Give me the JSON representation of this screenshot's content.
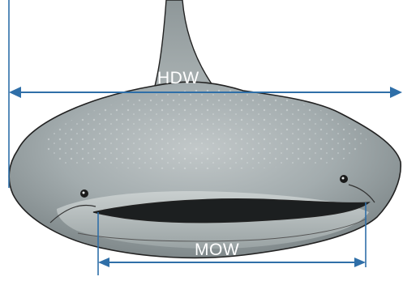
{
  "labels": {
    "hdw": "HDW",
    "mow": "MOW"
  },
  "colors": {
    "measure_line": "#2f6fa8",
    "label_text": "#ffffff",
    "shark_skin": "#a3acae",
    "shark_dark": "#4d5556",
    "outline": "#222222",
    "background": "#ffffff"
  },
  "icons": {
    "subject": "whale-shark-head-illustration"
  }
}
